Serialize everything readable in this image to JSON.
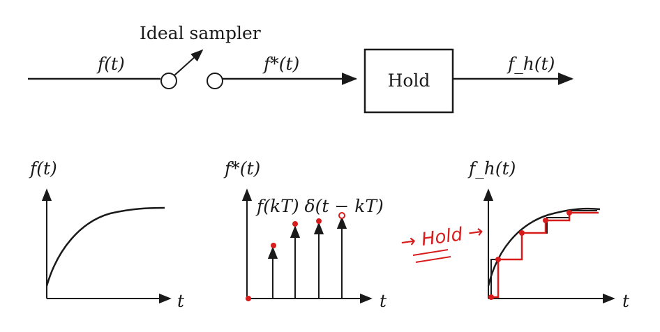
{
  "block_diagram": {
    "sampler_label": "Ideal sampler",
    "input_signal": "f(t)",
    "sampled_signal": "f*(t)",
    "hold_block": "Hold",
    "output_signal": "f_h(t)"
  },
  "plots": {
    "continuous": {
      "ylabel": "f(t)",
      "xlabel": "t"
    },
    "sampled": {
      "ylabel": "f*(t)",
      "xlabel": "t",
      "annotation": "f(kT) δ(t − kT)"
    },
    "held": {
      "ylabel": "f_h(t)",
      "xlabel": "t"
    }
  },
  "handwritten_note": "→ Hold →",
  "colors": {
    "ink": "#1a1a1a",
    "annotation_red": "#d81b1b"
  }
}
